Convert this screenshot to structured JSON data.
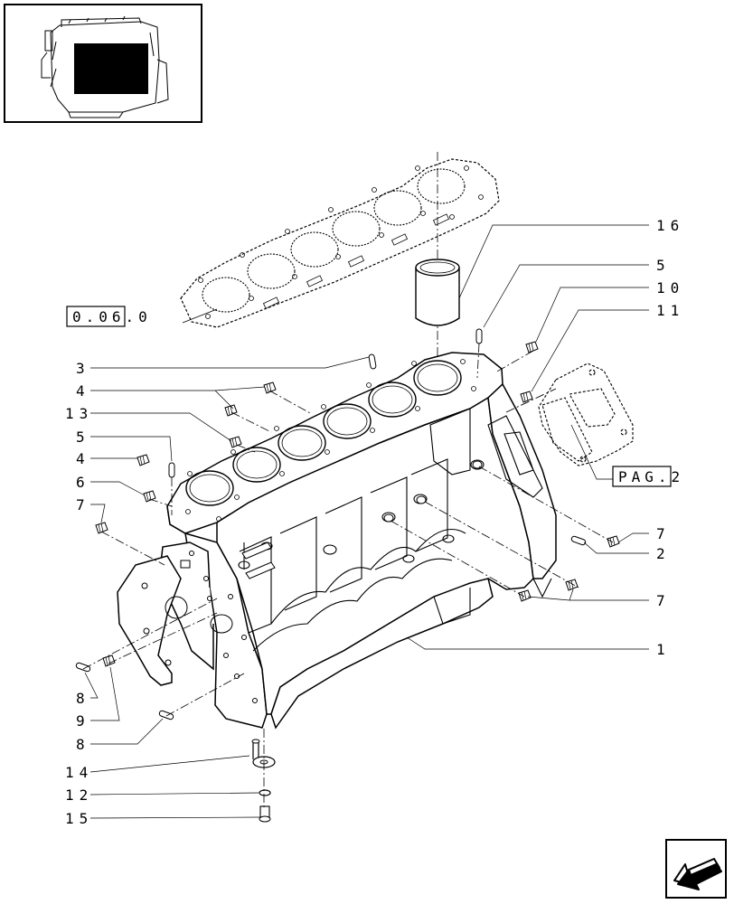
{
  "reference_boxes": {
    "gasket_ref": "0.06.0",
    "page_ref": "PAG.2"
  },
  "callouts": [
    "16",
    "5",
    "10",
    "11",
    "3",
    "4",
    "13",
    "5",
    "4",
    "6",
    "7",
    "7",
    "2",
    "7",
    "1",
    "8",
    "9",
    "8",
    "14",
    "12",
    "15"
  ],
  "icons": {
    "thumbnail": "engine-thumbnail-icon",
    "navigation": "next-page-arrow-icon"
  }
}
